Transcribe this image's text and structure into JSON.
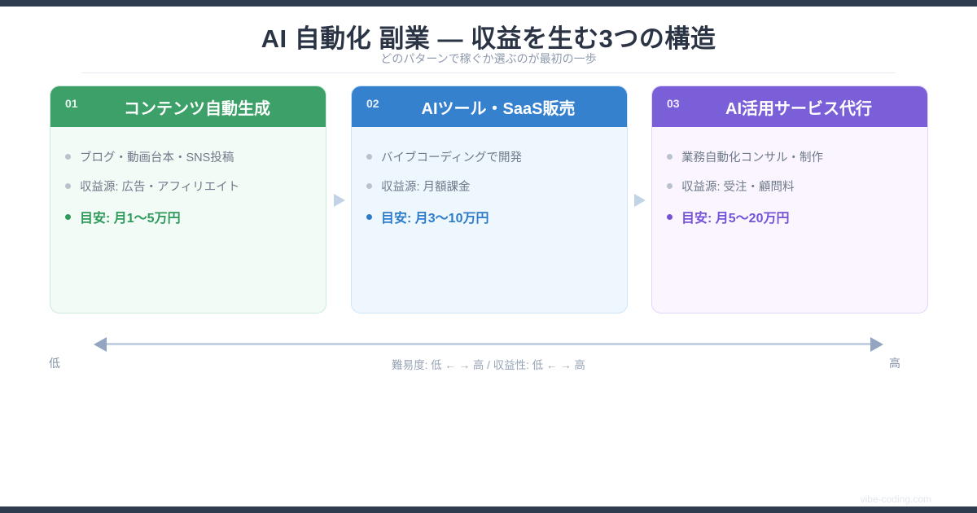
{
  "header": {
    "title": "AI 自動化 副業 — 収益を生む3つの構造",
    "subtitle": "どのパターンで稼ぐか選ぶのが最初の一歩"
  },
  "colors": {
    "top_bar": "#2f3b4e",
    "card1_accent": "#3da068",
    "card2_accent": "#3681ce",
    "card3_accent": "#7b5fd8",
    "axis": "#93a5bf"
  },
  "cards": [
    {
      "number": "01",
      "title": "コンテンツ自動生成",
      "bullets": [
        "ブログ・動画台本・SNS投稿",
        "収益源: 広告・アフィリエイト"
      ],
      "highlight": "目安: 月1〜5万円"
    },
    {
      "number": "02",
      "title": "AIツール・SaaS販売",
      "bullets": [
        "バイブコーディングで開発",
        "収益源: 月額課金"
      ],
      "highlight": "目安: 月3〜10万円"
    },
    {
      "number": "03",
      "title": "AI活用サービス代行",
      "bullets": [
        "業務自動化コンサル・制作",
        "収益源: 受注・顧問料"
      ],
      "highlight": "目安: 月5〜20万円"
    }
  ],
  "axis": {
    "low_label": "低",
    "high_label": "高",
    "caption": "難易度: 低 ← → 高  /  収益性: 低 ← → 高"
  },
  "footer": {
    "watermark": "vibe-coding.com"
  }
}
